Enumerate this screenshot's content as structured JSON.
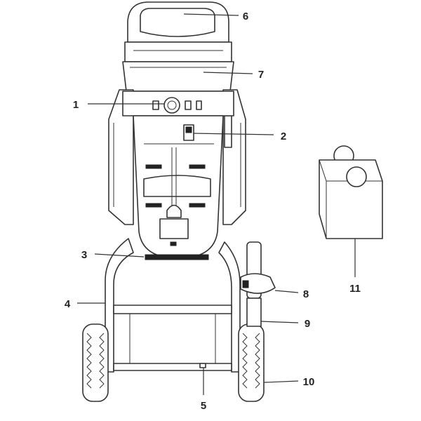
{
  "title": "Garden shredder parts diagram",
  "callouts": [
    {
      "id": "1",
      "label": "1"
    },
    {
      "id": "2",
      "label": "2"
    },
    {
      "id": "3",
      "label": "3"
    },
    {
      "id": "4",
      "label": "4"
    },
    {
      "id": "5",
      "label": "5"
    },
    {
      "id": "6",
      "label": "6"
    },
    {
      "id": "7",
      "label": "7"
    },
    {
      "id": "8",
      "label": "8"
    },
    {
      "id": "9",
      "label": "9"
    },
    {
      "id": "10",
      "label": "10"
    },
    {
      "id": "11",
      "label": "11"
    }
  ]
}
